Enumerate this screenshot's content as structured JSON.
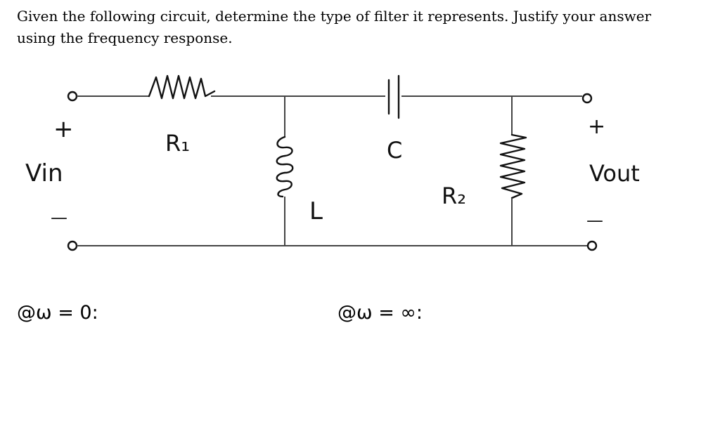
{
  "question": "Given the following circuit, determine the type of filter it represents. Justify your answer using the frequency response.",
  "circuit": {
    "labels": {
      "vin_plus": "+",
      "vin": "Vin",
      "vin_minus": "—",
      "r1": "R₁",
      "l": "L",
      "c": "C",
      "r2": "R₂",
      "vout_plus": "+",
      "vout": "Vout",
      "vout_minus": "—"
    }
  },
  "answers": {
    "omega_zero": "@ω = 0:",
    "omega_inf": "@ω = ∞:"
  }
}
